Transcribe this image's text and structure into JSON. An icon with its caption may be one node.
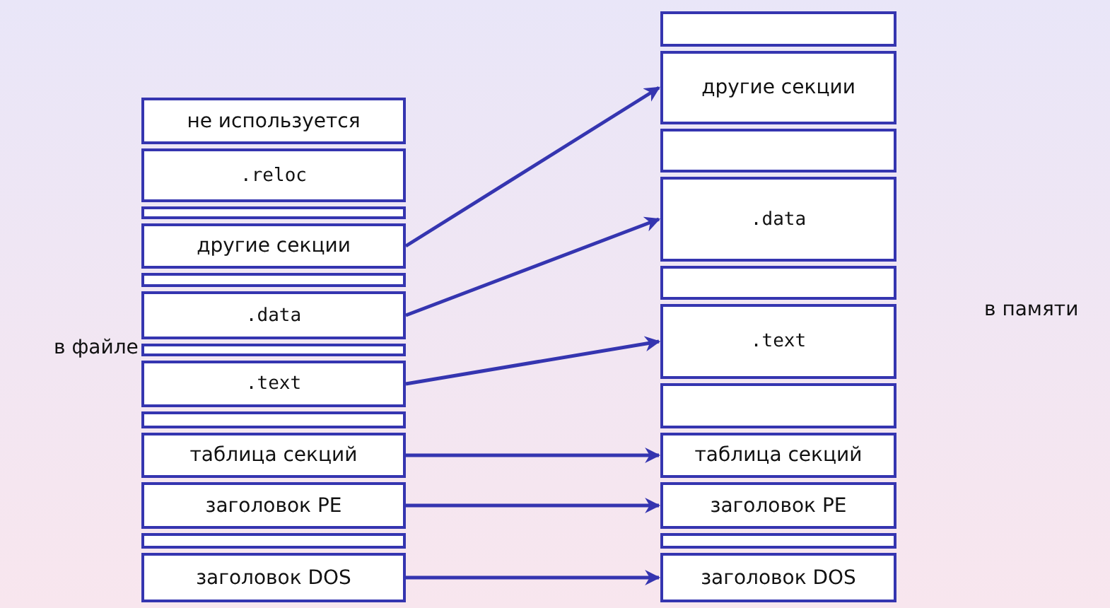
{
  "diagram": {
    "nodes": [
      {
        "text": [
          "не используется"
        ]
      },
      {
        "text": [
          ".reloc"
        ]
      },
      {
        "text": [],
        "shape": "box"
      },
      {
        "text": [
          "другие секции"
        ]
      },
      {
        "text": [],
        "shape": "box"
      },
      {
        "text": [
          ".data"
        ]
      },
      {
        "text": [],
        "shape": "box"
      },
      {
        "text": [
          ".text"
        ]
      },
      {
        "text": [],
        "shape": "box"
      },
      {
        "text": [
          "таблица секций"
        ]
      },
      {
        "text": [
          "заголовок PE"
        ]
      },
      {
        "text": [],
        "shape": "box"
      },
      {
        "text": [
          "заголовок DOS"
        ]
      },
      {
        "text": [],
        "shape": "box"
      },
      {
        "text": [
          "другие секции"
        ]
      },
      {
        "text": [],
        "shape": "box"
      },
      {
        "text": [
          ".data"
        ]
      },
      {
        "text": [],
        "shape": "box"
      },
      {
        "text": [
          ".text"
        ]
      },
      {
        "text": [],
        "shape": "box"
      },
      {
        "text": [
          "таблица секций"
        ]
      },
      {
        "text": [
          "заголовок PE"
        ]
      },
      {
        "text": [],
        "shape": "box"
      },
      {
        "text": [
          "заголовок DOS"
        ]
      }
    ],
    "edges": [
      {
        "from": 3,
        "to": 14,
        "arrow": "to"
      },
      {
        "from": 5,
        "to": 16,
        "arrow": "to"
      },
      {
        "from": 7,
        "to": 18,
        "arrow": "to"
      },
      {
        "from": 9,
        "to": 20,
        "arrow": "to"
      },
      {
        "from": 10,
        "to": 21,
        "arrow": "to"
      },
      {
        "from": 12,
        "to": 23,
        "arrow": "to"
      }
    ],
    "labels": [
      "в файле",
      "в памяти"
    ]
  }
}
